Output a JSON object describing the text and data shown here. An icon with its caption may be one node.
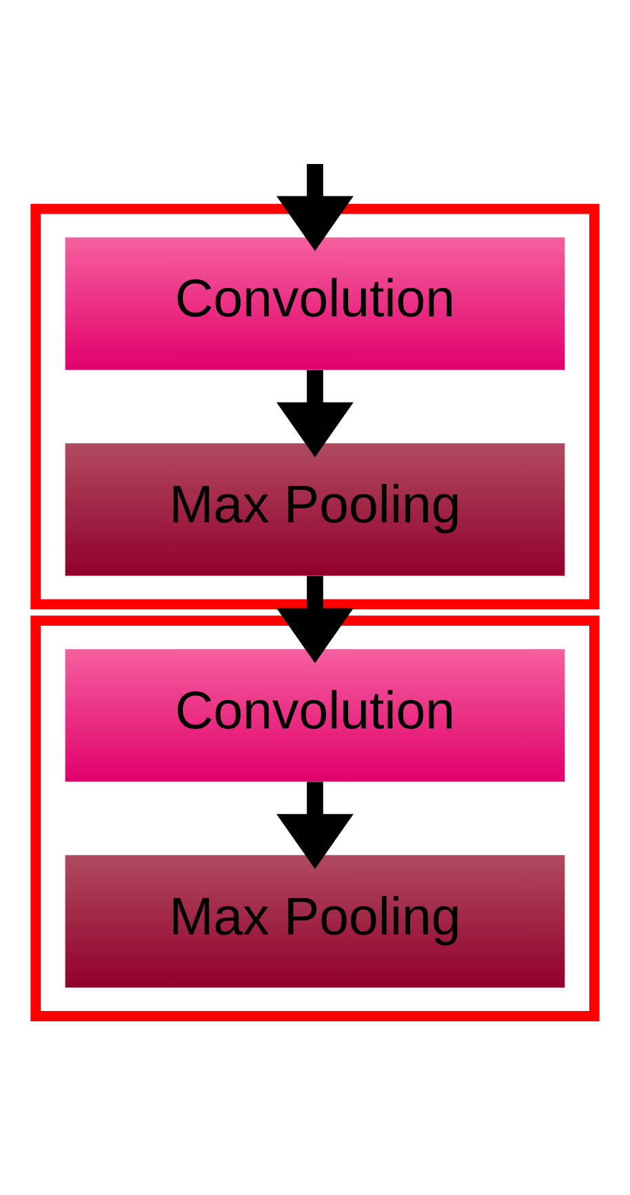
{
  "diagram": {
    "nodes": [
      {
        "text": [],
        "shape": "box"
      },
      {
        "text": [
          "Convolution"
        ],
        "in": 0
      },
      {
        "text": [
          "Max Pooling"
        ],
        "in": 0
      },
      {
        "text": [],
        "shape": "box"
      },
      {
        "text": [
          "Convolution"
        ],
        "in": 3
      },
      {
        "text": [
          "Max Pooling"
        ],
        "in": 3
      }
    ],
    "edges": [
      {
        "from": null,
        "to": 1,
        "arrow": "to"
      },
      {
        "from": 1,
        "to": 2,
        "arrow": "to"
      },
      {
        "from": 2,
        "to": 4,
        "arrow": "to"
      },
      {
        "from": 4,
        "to": 5,
        "arrow": "to"
      }
    ]
  }
}
